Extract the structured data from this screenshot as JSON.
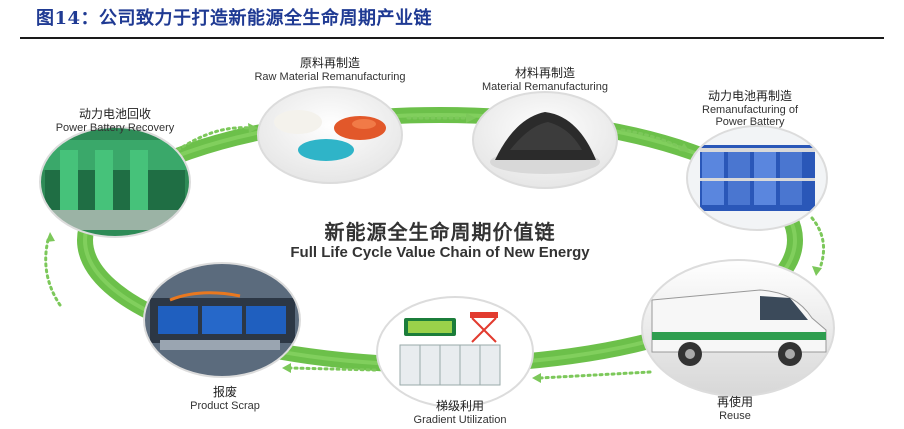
{
  "figure_title": "图14：公司致力于打造新能源全生命周期产业链",
  "center": {
    "title_cn": "新能源全生命周期价值链",
    "title_en": "Full Life Cycle Value Chain of New Energy"
  },
  "stages": [
    {
      "id": "raw",
      "cn": "原料再制造",
      "en": "Raw Material Remanufacturing"
    },
    {
      "id": "material",
      "cn": "材料再制造",
      "en": "Material Remanufacturing"
    },
    {
      "id": "battery",
      "cn": "动力电池再制造",
      "en": "Remanufacturing of Power Battery"
    },
    {
      "id": "reuse",
      "cn": "再使用",
      "en": "Reuse"
    },
    {
      "id": "gradient",
      "cn": "梯级利用",
      "en": "Gradient Utilization"
    },
    {
      "id": "scrap",
      "cn": "报废",
      "en": "Product Scrap"
    },
    {
      "id": "recovery",
      "cn": "动力电池回收",
      "en": "Power Battery Recovery"
    }
  ],
  "colors": {
    "title": "#1f3a93",
    "ring": "#6cc04a",
    "arrow_dots": "#7cc85a",
    "label_text": "#222222"
  }
}
